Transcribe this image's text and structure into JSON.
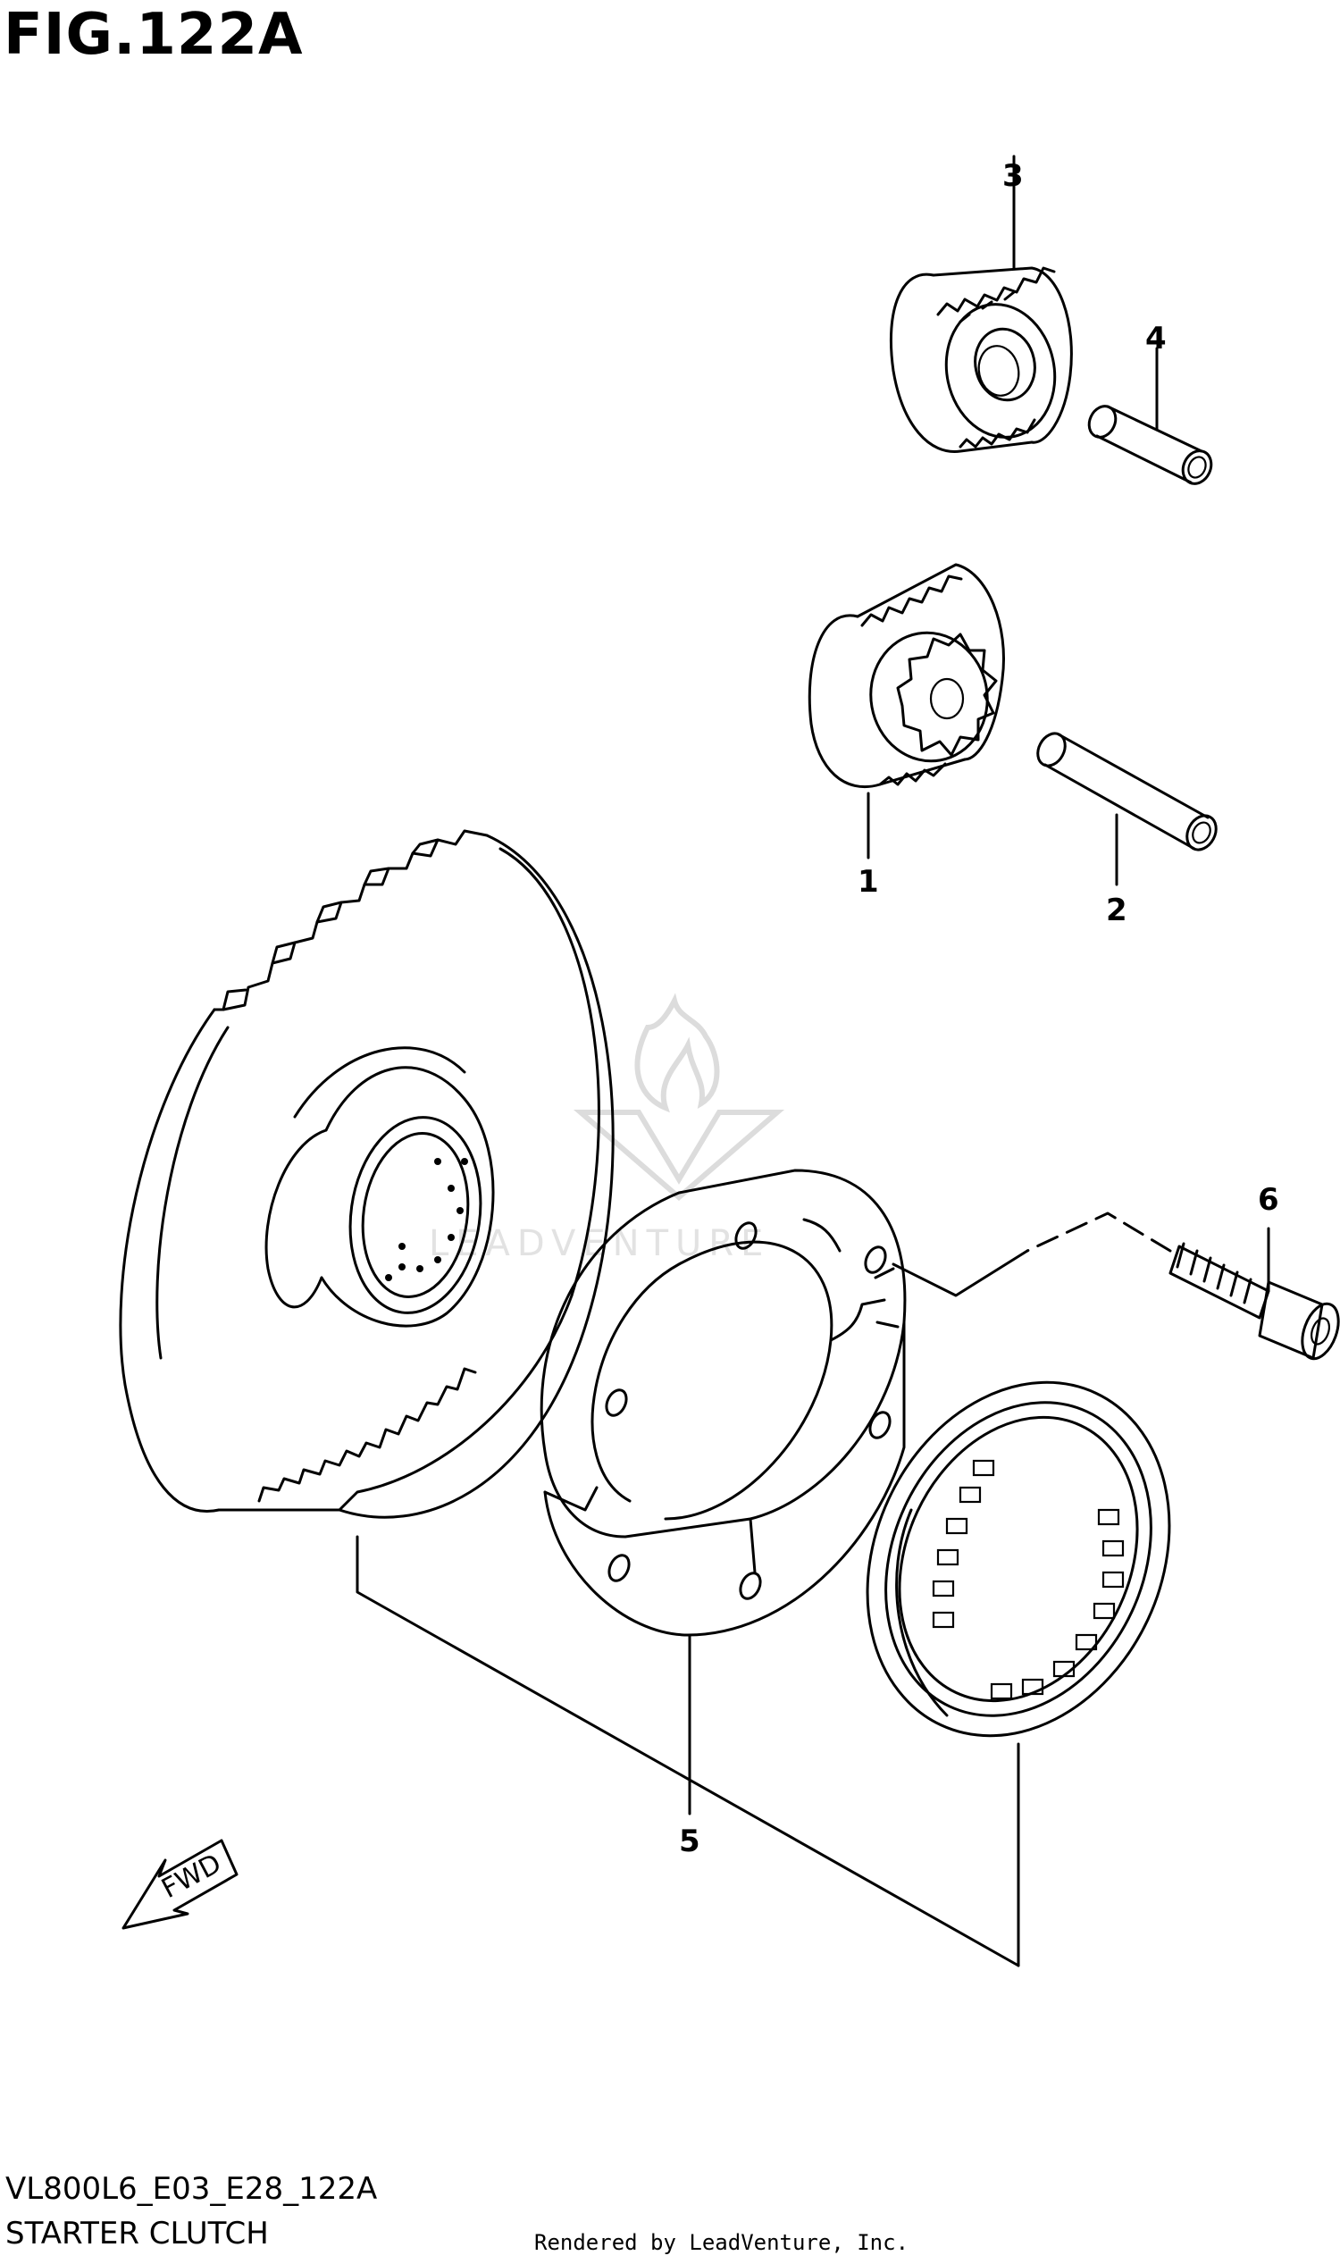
{
  "figure_title": "FIG.122A",
  "model_code": "VL800L6_E03_E28_122A",
  "section_name": "STARTER CLUTCH",
  "credit": "Rendered by LeadVenture, Inc.",
  "watermark_text": "LEADVENTURE",
  "fwd_label": "FWD",
  "callouts": [
    "1",
    "2",
    "3",
    "4",
    "5",
    "6"
  ]
}
